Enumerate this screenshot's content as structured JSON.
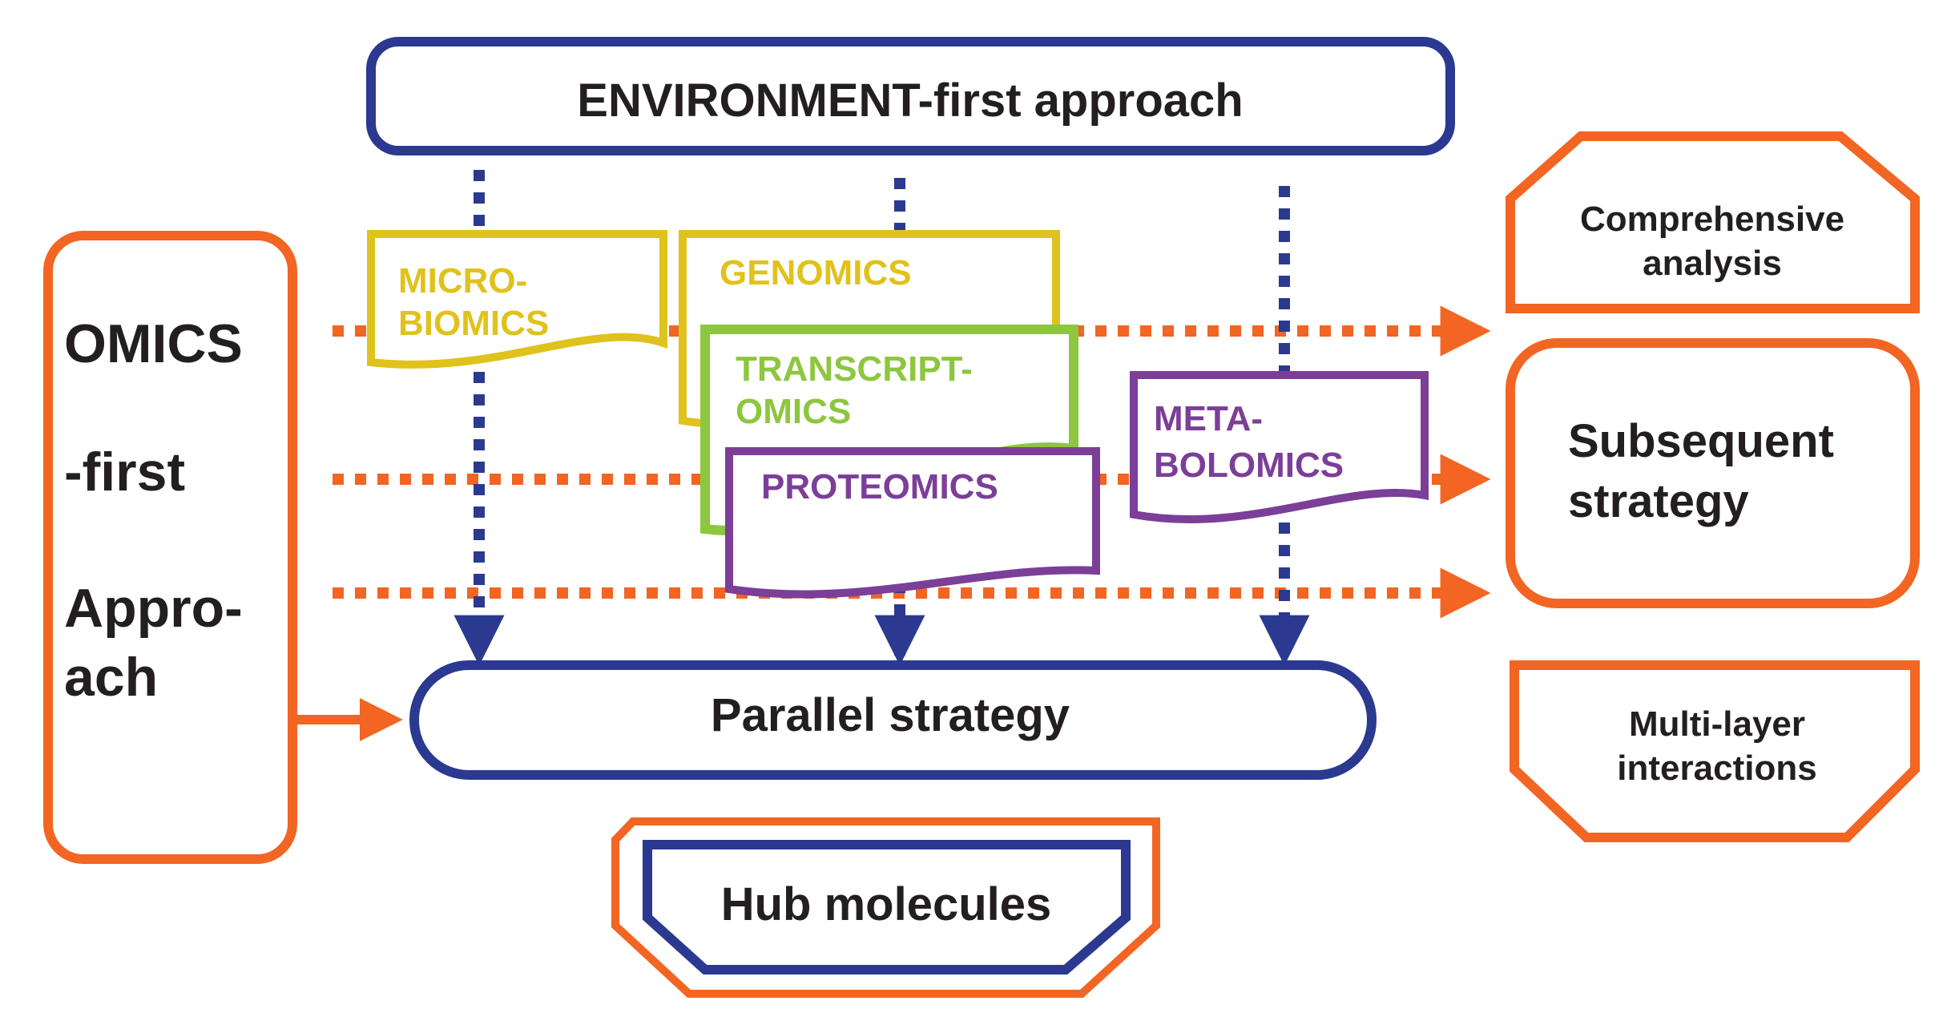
{
  "colors": {
    "navy": "#2b3990",
    "orange": "#f26522",
    "yellow": "#e0c21c",
    "green": "#8dc63f",
    "purple": "#7b3f98",
    "text": "#231f20"
  },
  "env_title": "ENVIRONMENT-first approach",
  "omics_label": {
    "line1": "OMICS",
    "line2": "-first",
    "line3": "Appro-",
    "line4": "ach"
  },
  "docs": {
    "microbiomics": {
      "line1": "MICRO-",
      "line2": "BIOMICS"
    },
    "genomics": "GENOMICS",
    "transcriptomics": {
      "line1": "TRANSCRIPT-",
      "line2": "OMICS"
    },
    "proteomics": "PROTEOMICS",
    "metabolomics": {
      "line1": "META-",
      "line2": "BOLOMICS"
    }
  },
  "parallel": "Parallel strategy",
  "hub": "Hub molecules",
  "right": {
    "comprehensive": {
      "line1": "Comprehensive",
      "line2": "analysis"
    },
    "subsequent": {
      "line1": "Subsequent",
      "line2": "strategy"
    },
    "multilayer": {
      "line1": "Multi-layer",
      "line2": "interactions"
    }
  }
}
